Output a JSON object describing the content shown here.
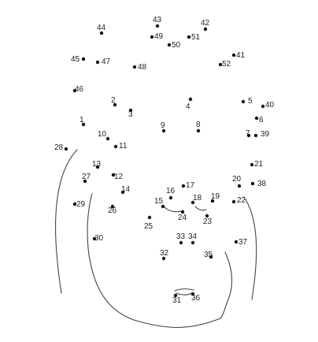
{
  "puzzle": {
    "labels": [
      "1",
      "2",
      "3",
      "4",
      "5",
      "6",
      "7",
      "8",
      "9",
      "10",
      "11",
      "12",
      "13",
      "14",
      "15",
      "16",
      "17",
      "18",
      "19",
      "20",
      "21",
      "22",
      "23",
      "24",
      "25",
      "26",
      "27",
      "28",
      "29",
      "30",
      "31",
      "32",
      "33",
      "34",
      "35",
      "36",
      "37",
      "38",
      "39",
      "40",
      "41",
      "42",
      "43",
      "44",
      "45",
      "46",
      "47",
      "48",
      "49",
      "50",
      "51",
      "52"
    ]
  }
}
